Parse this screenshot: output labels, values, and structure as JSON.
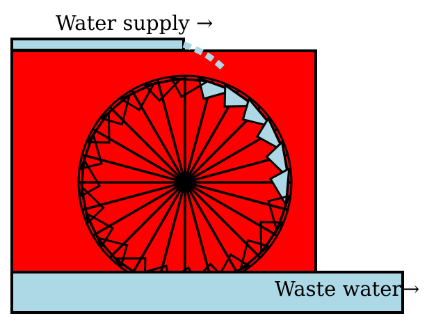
{
  "labels": {
    "water_supply": "Water supply →",
    "waste_water": "Waste water",
    "waste_arrow": "→"
  },
  "colors": {
    "housing": "#ff0000",
    "water": "#add8e6",
    "outline": "#000000",
    "background": "#ffffff"
  },
  "wheel": {
    "spokes": 24,
    "buckets": 24,
    "filled_buckets": 6
  }
}
